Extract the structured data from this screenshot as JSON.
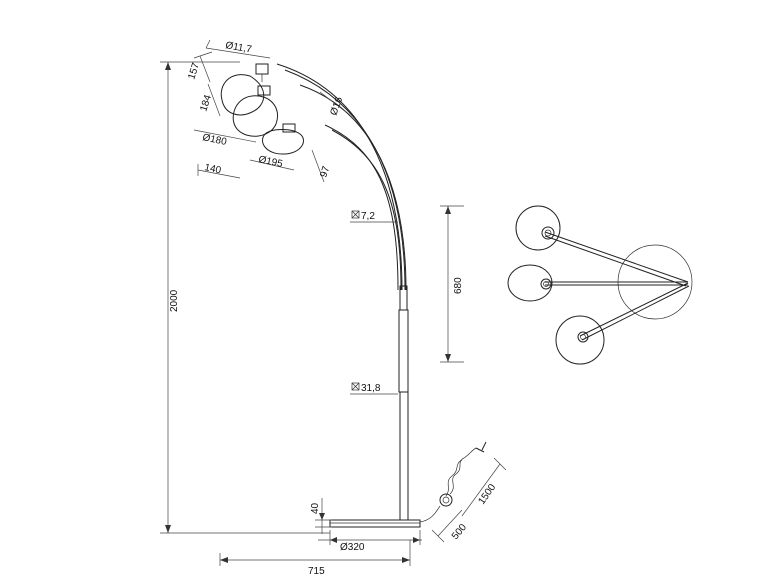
{
  "dimensions": {
    "total_height": "2000",
    "total_width": "715",
    "arc_height": "680",
    "base_diameter": "Ø320",
    "base_height": "40",
    "pole_upper": "7,2",
    "pole_lower": "31,8",
    "cable_500": "500",
    "cable_1500": "1500",
    "arm_diameter": "Ø16",
    "lamp_holder_diameter": "Ø11,7",
    "lamp_holder_height": "157",
    "shade_height_184": "184",
    "shade_diameter_180": "Ø180",
    "shade_width_140": "140",
    "shade_diameter_195": "Ø195",
    "shade_height_97": "97"
  },
  "colors": {
    "line": "#222222",
    "background": "#ffffff"
  }
}
